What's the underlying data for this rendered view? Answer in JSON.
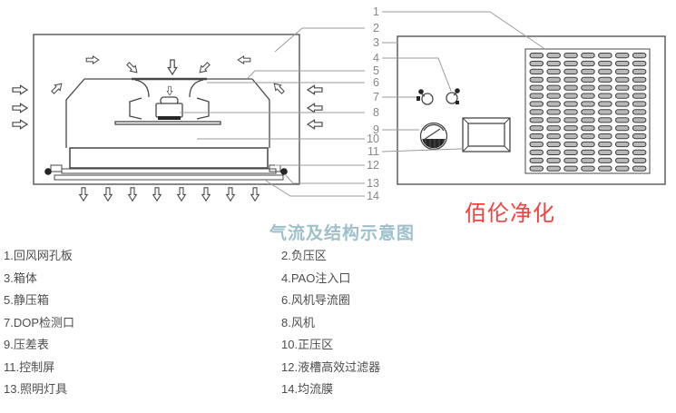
{
  "title": "气流及结构示意图",
  "brand": "佰伦净化",
  "callouts": [
    "1",
    "2",
    "3",
    "4",
    "5",
    "6",
    "7",
    "8",
    "9",
    "10",
    "11",
    "12",
    "13",
    "14"
  ],
  "legend": {
    "items": [
      "1.回风网孔板",
      "2.负压区",
      "3.箱体",
      "4.PAO注入口",
      "5.静压箱",
      "6.风机导流圈",
      "7.DOP检测口",
      "8.风机",
      "9.压差表",
      "10.正压区",
      "11.控制屏",
      "12.液槽高效过滤器",
      "13.照明灯具",
      "14.均流膜"
    ]
  },
  "panel": {
    "grille": {
      "rows": 15,
      "cols": 7
    }
  },
  "colors": {
    "title_blue": "#9dc0ca",
    "brand_red": "#f2413f",
    "drawing_line": "#474747",
    "leader_line": "#9b9b9b",
    "callout_number": "#878787",
    "legend_text": "#4d4d4d",
    "grille_slot_fill": "#b9b9b9"
  }
}
